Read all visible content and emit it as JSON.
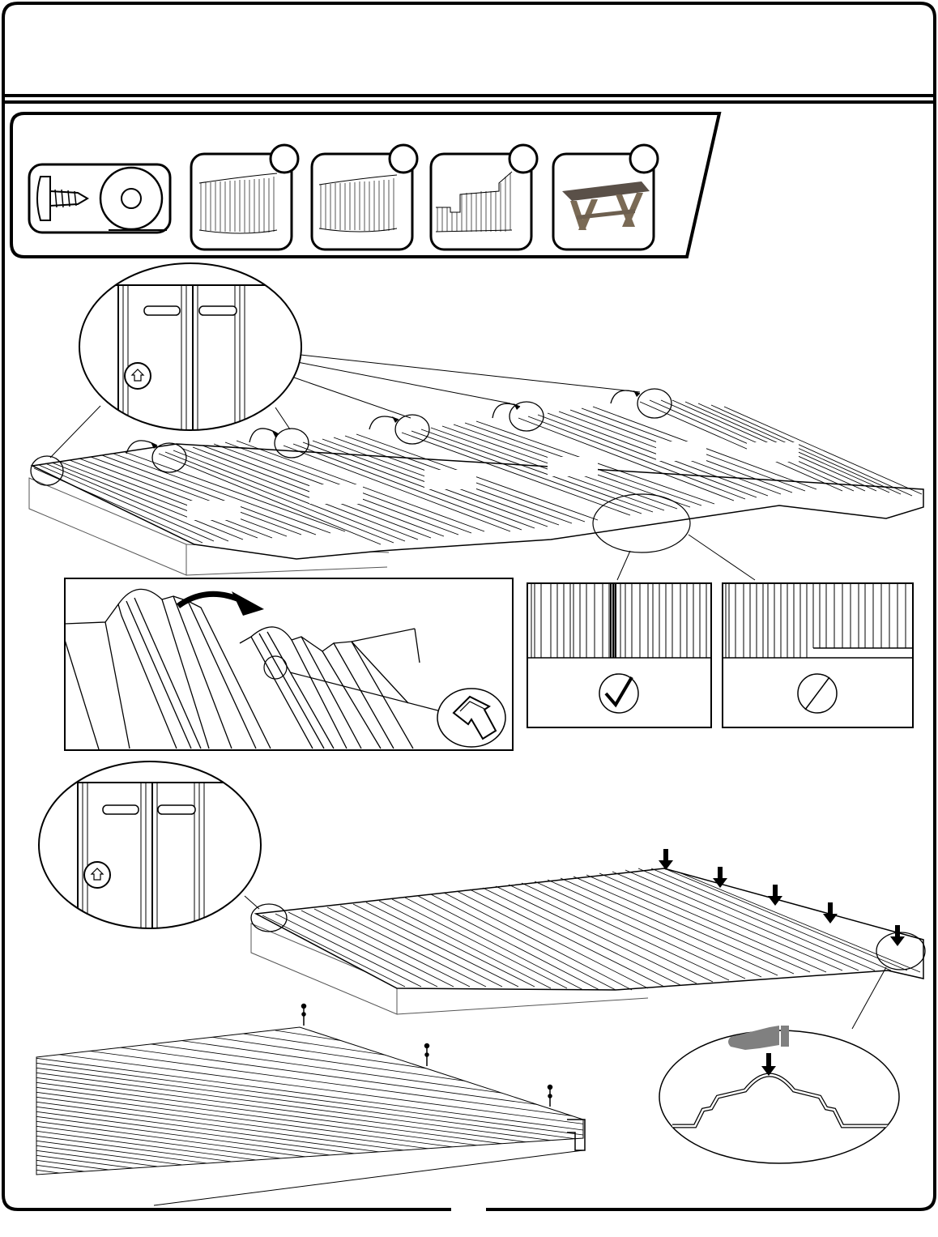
{
  "page": {
    "header_title": "",
    "page_number": ""
  },
  "parts_bar": {
    "items": [
      {
        "name": "screw-and-washer",
        "badge": "",
        "quantity": ""
      },
      {
        "name": "roof-panel-a",
        "badge": "",
        "quantity": ""
      },
      {
        "name": "roof-panel-b",
        "badge": "",
        "quantity": ""
      },
      {
        "name": "roof-panel-c",
        "badge": "",
        "quantity": ""
      },
      {
        "name": "work-table",
        "badge": "",
        "quantity": ""
      }
    ]
  },
  "step1": {
    "panel_tags": [
      "",
      "",
      "",
      "",
      "",
      "",
      ""
    ]
  },
  "comparison": {
    "correct_symbol": "check-mark-icon",
    "incorrect_symbol": "no-slash-icon"
  },
  "colors": {
    "line": "#000000",
    "hand": "#808080",
    "table_top": "#5a5048",
    "table_legs": "#7a6a55",
    "background": "#ffffff"
  }
}
